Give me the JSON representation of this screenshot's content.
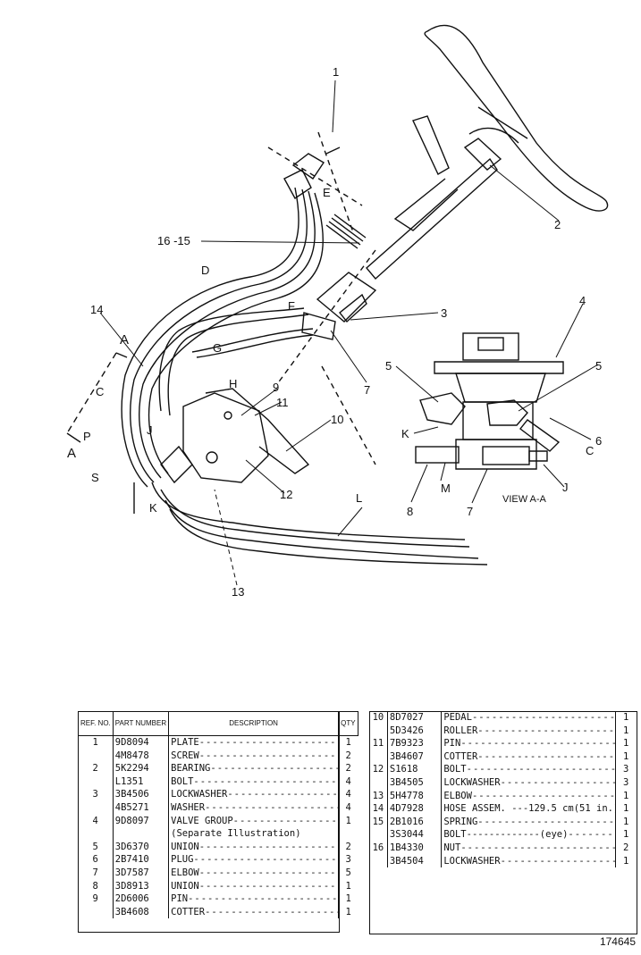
{
  "callouts": {
    "c1": "1",
    "c2": "2",
    "c3": "3",
    "c4": "4",
    "c5a": "5",
    "c5b": "5",
    "c6": "6",
    "c7a": "7",
    "c7b": "7",
    "c8": "8",
    "c9": "9",
    "c10": "10",
    "c11": "11",
    "c12": "12",
    "c13": "13",
    "c14": "14",
    "c1615": "16 -15",
    "D": "D",
    "E": "E",
    "F": "F",
    "G": "G",
    "H": "H",
    "L": "L",
    "Aa": "A",
    "Ab": "A",
    "C1": "C",
    "C2": "C",
    "P": "P",
    "S": "S",
    "J1": "J",
    "J2": "J",
    "K1": "K",
    "K2": "K",
    "M": "M",
    "view": "VIEW A-A"
  },
  "table_left": {
    "headers": {
      "ref": "REF. NO.",
      "part": "PART NUMBER",
      "desc": "DESCRIPTION",
      "qty": "QTY"
    },
    "rows": [
      {
        "ref": "1",
        "part": "9D8094",
        "desc": "PLATE",
        "qty": "1"
      },
      {
        "ref": "",
        "part": "4M8478",
        "desc": "SCREW",
        "qty": "2"
      },
      {
        "ref": "2",
        "part": "5K2294",
        "desc": "BEARING",
        "qty": "2"
      },
      {
        "ref": "",
        "part": "L1351",
        "desc": "BOLT",
        "qty": "4"
      },
      {
        "ref": "3",
        "part": "3B4506",
        "desc": "LOCKWASHER",
        "qty": "4"
      },
      {
        "ref": "",
        "part": "4B5271",
        "desc": "WASHER",
        "qty": "4"
      },
      {
        "ref": "4",
        "part": "9D8097",
        "desc": "VALVE GROUP",
        "qty": "1"
      },
      {
        "ref": "",
        "part": "",
        "desc": "(Separate Illustration)",
        "qty": ""
      },
      {
        "ref": "5",
        "part": "3D6370",
        "desc": "UNION",
        "qty": "2"
      },
      {
        "ref": "6",
        "part": "2B7410",
        "desc": "PLUG",
        "qty": "3"
      },
      {
        "ref": "7",
        "part": "3D7587",
        "desc": "ELBOW",
        "qty": "5"
      },
      {
        "ref": "8",
        "part": "3D8913",
        "desc": "UNION",
        "qty": "1"
      },
      {
        "ref": "9",
        "part": "2D6006",
        "desc": "PIN",
        "qty": "1"
      },
      {
        "ref": "",
        "part": "3B4608",
        "desc": "COTTER",
        "qty": "1"
      }
    ]
  },
  "table_right": {
    "rows": [
      {
        "ref": "10",
        "part": "8D7027",
        "desc": "PEDAL",
        "qty": "1"
      },
      {
        "ref": "",
        "part": "5D3426",
        "desc": "ROLLER",
        "qty": "1"
      },
      {
        "ref": "11",
        "part": "7B9323",
        "desc": "PIN",
        "qty": "1"
      },
      {
        "ref": "",
        "part": "3B4607",
        "desc": "COTTER",
        "qty": "1"
      },
      {
        "ref": "12",
        "part": "S1618",
        "desc": "BOLT",
        "qty": "3"
      },
      {
        "ref": "",
        "part": "3B4505",
        "desc": "LOCKWASHER",
        "qty": "3"
      },
      {
        "ref": "13",
        "part": "5H4778",
        "desc": "ELBOW",
        "qty": "1"
      },
      {
        "ref": "14",
        "part": "4D7928",
        "desc": "HOSE ASSEM. ---129.5 cm(51 in.)-",
        "qty": "1"
      },
      {
        "ref": "15",
        "part": "2B1016",
        "desc": "SPRING",
        "qty": "1"
      },
      {
        "ref": "",
        "part": "3S3044",
        "desc": "BOLT-------------(eye)",
        "qty": "1"
      },
      {
        "ref": "16",
        "part": "1B4330",
        "desc": "NUT",
        "qty": "2"
      },
      {
        "ref": "",
        "part": "3B4504",
        "desc": "LOCKWASHER",
        "qty": "1"
      }
    ]
  },
  "illustration_number": "174645"
}
